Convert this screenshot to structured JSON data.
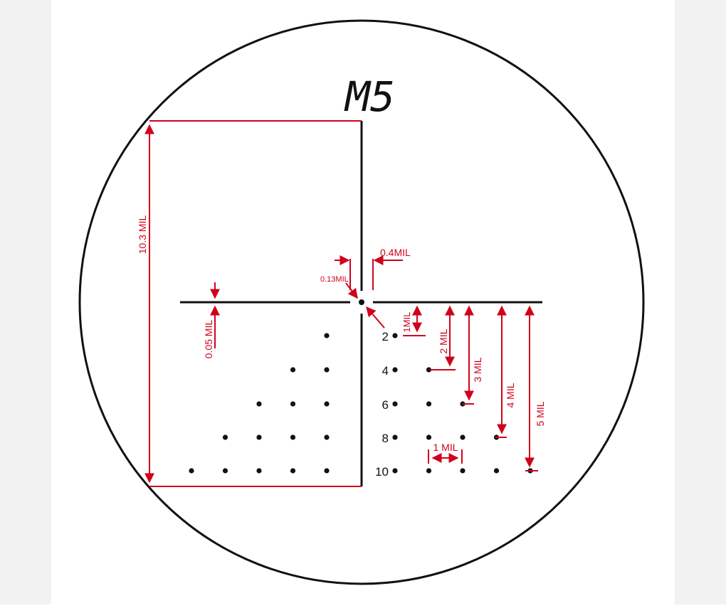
{
  "reticle": {
    "model_label": "M5",
    "colors": {
      "reticle": "#111111",
      "dimension": "#d0021b",
      "background": "#ffffff",
      "frame": "#f2f2f2"
    },
    "dimensions": {
      "height": "10.3 MIL",
      "line_thickness": "0.05 MIL",
      "center_dot": "0.13MIL",
      "gap": "0.4MIL",
      "dot_spacing": "1 MIL",
      "drops": [
        "1MIL",
        "2 MIL",
        "3 MIL",
        "4 MIL",
        "5 MIL"
      ]
    },
    "rows": [
      {
        "label": "2",
        "right_dots": 1,
        "left_dots": 1
      },
      {
        "label": "4",
        "right_dots": 2,
        "left_dots": 2
      },
      {
        "label": "6",
        "right_dots": 3,
        "left_dots": 3
      },
      {
        "label": "8",
        "right_dots": 4,
        "left_dots": 4
      },
      {
        "label": "10",
        "right_dots": 5,
        "left_dots": 5
      }
    ]
  }
}
